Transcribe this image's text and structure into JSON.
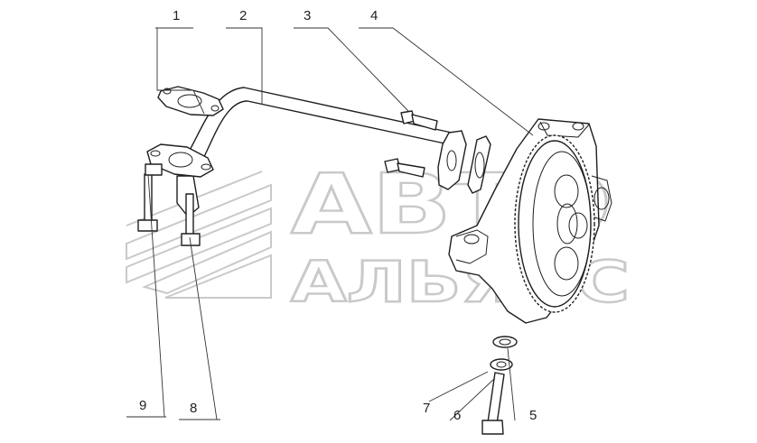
{
  "watermark": {
    "line1": "АВТО",
    "line2": "АЛЬЯНС"
  },
  "callouts": [
    {
      "id": "1",
      "label": "1"
    },
    {
      "id": "2",
      "label": "2"
    },
    {
      "id": "3",
      "label": "3"
    },
    {
      "id": "4",
      "label": "4"
    },
    {
      "id": "5",
      "label": "5"
    },
    {
      "id": "6",
      "label": "6"
    },
    {
      "id": "7",
      "label": "7"
    },
    {
      "id": "8",
      "label": "8"
    },
    {
      "id": "9",
      "label": "9"
    }
  ],
  "colors": {
    "line": "#1e1e1e",
    "watermark": "#c9c9c9",
    "background": "#ffffff"
  }
}
